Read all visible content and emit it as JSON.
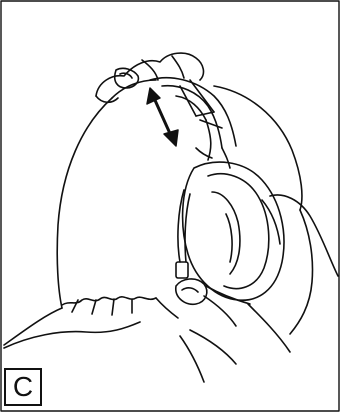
{
  "figure": {
    "step_label": "C",
    "icons": [
      "head-outline",
      "headphones",
      "hands",
      "adjust-arrow"
    ],
    "colors": {
      "line": "#111111",
      "background": "#ffffff"
    }
  }
}
